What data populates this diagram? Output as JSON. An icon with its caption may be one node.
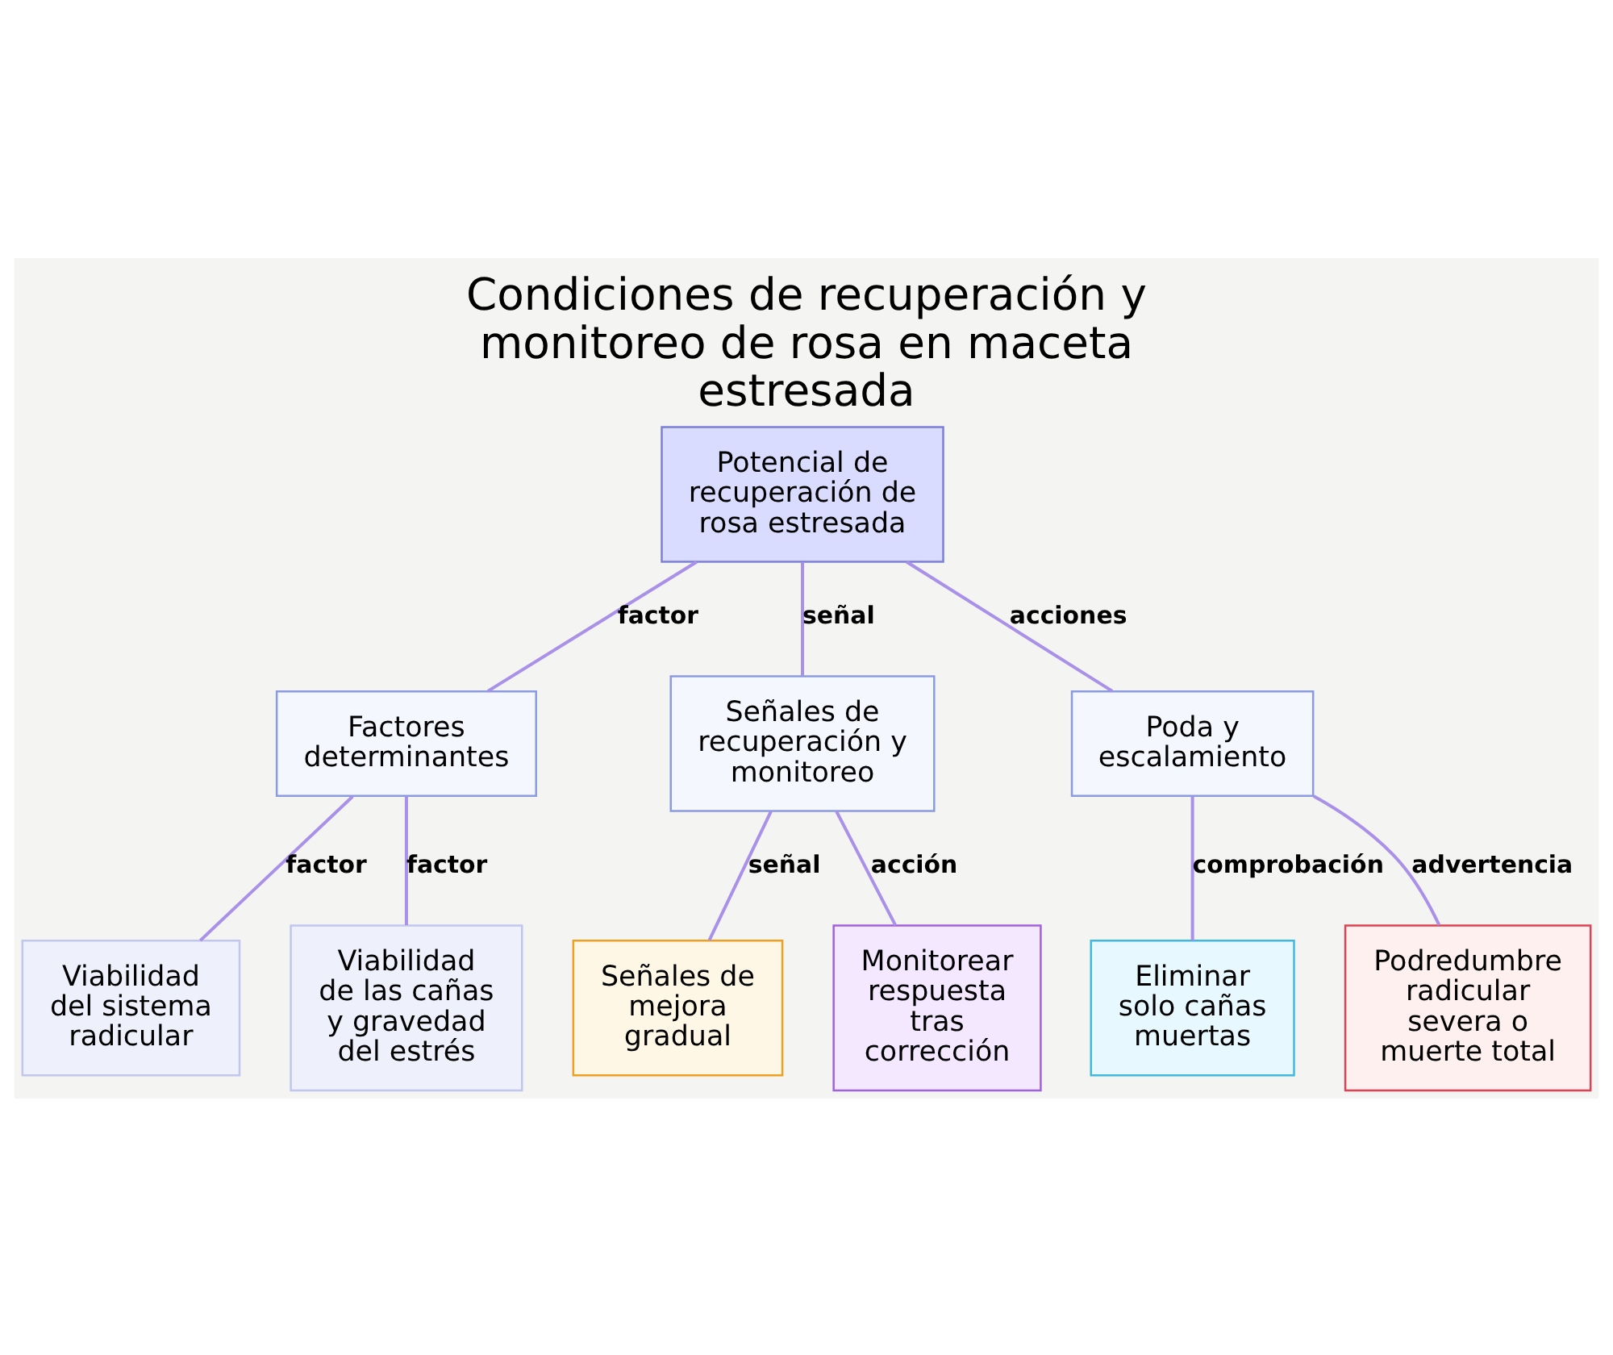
{
  "diagram": {
    "title": "Condiciones de recuperación y monitoreo de rosa en maceta estresada",
    "nodes": [
      {
        "text": [
          "Potencial de recuperación de rosa estresada"
        ]
      },
      {
        "text": [
          "Factores determinantes"
        ]
      },
      {
        "text": [
          "Señales de recuperación y monitoreo"
        ]
      },
      {
        "text": [
          "Poda y escalamiento"
        ]
      },
      {
        "text": [
          "Viabilidad del sistema radicular"
        ]
      },
      {
        "text": [
          "Viabilidad de las cañas y gravedad del estrés"
        ]
      },
      {
        "text": [
          "Señales de mejora gradual"
        ]
      },
      {
        "text": [
          "Monitorear respuesta tras corrección"
        ]
      },
      {
        "text": [
          "Eliminar solo cañas muertas"
        ]
      },
      {
        "text": [
          "Podredumbre radicular severa o muerte total"
        ]
      }
    ],
    "edges": [
      {
        "from": 0,
        "to": 1,
        "arrow": "none",
        "label": "factor"
      },
      {
        "from": 0,
        "to": 2,
        "arrow": "none",
        "label": "señal"
      },
      {
        "from": 0,
        "to": 3,
        "arrow": "none",
        "label": "acciones"
      },
      {
        "from": 1,
        "to": 4,
        "arrow": "none",
        "label": "factor"
      },
      {
        "from": 1,
        "to": 5,
        "arrow": "none",
        "label": "factor"
      },
      {
        "from": 2,
        "to": 6,
        "arrow": "none",
        "label": "señal"
      },
      {
        "from": 2,
        "to": 7,
        "arrow": "none",
        "label": "acción"
      },
      {
        "from": 3,
        "to": 8,
        "arrow": "none",
        "label": "comprobación"
      },
      {
        "from": 3,
        "to": 9,
        "arrow": "none",
        "label": "advertencia"
      }
    ]
  }
}
